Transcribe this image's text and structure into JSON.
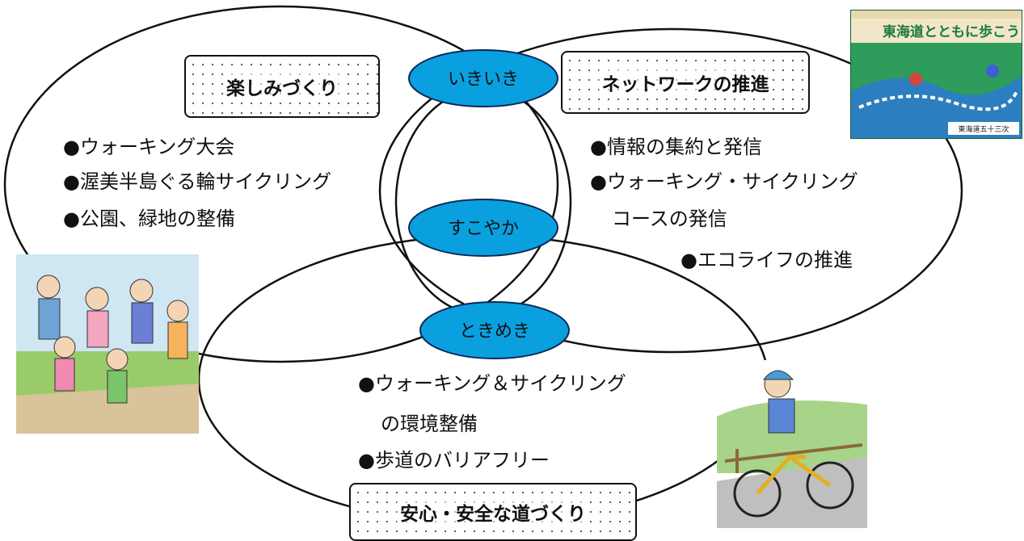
{
  "themes": {
    "top_left": "楽しみづくり",
    "top_right": "ネットワークの推進",
    "bottom": "安心・安全な道づくり"
  },
  "centers": {
    "top": "いきいき",
    "middle": "すこやか",
    "bottom": "ときめき"
  },
  "left_items": [
    "●ウォーキング大会",
    "●渥美半島ぐる輪サイクリング",
    "●公園、緑地の整備"
  ],
  "right_items": [
    "●情報の集約と発信",
    "●ウォーキング・サイクリング",
    "コースの発信",
    "●エコライフの推進"
  ],
  "bottom_items": [
    "●ウォーキング＆サイクリング",
    "の環境整備",
    "●歩道のバリアフリー"
  ],
  "poster": {
    "title": "東海道とともに歩こう",
    "subtitle": "東海道五十三次"
  },
  "colors": {
    "pill_fill": "#0aa0e0",
    "pill_stroke": "#0b2a55",
    "line": "#111111"
  }
}
